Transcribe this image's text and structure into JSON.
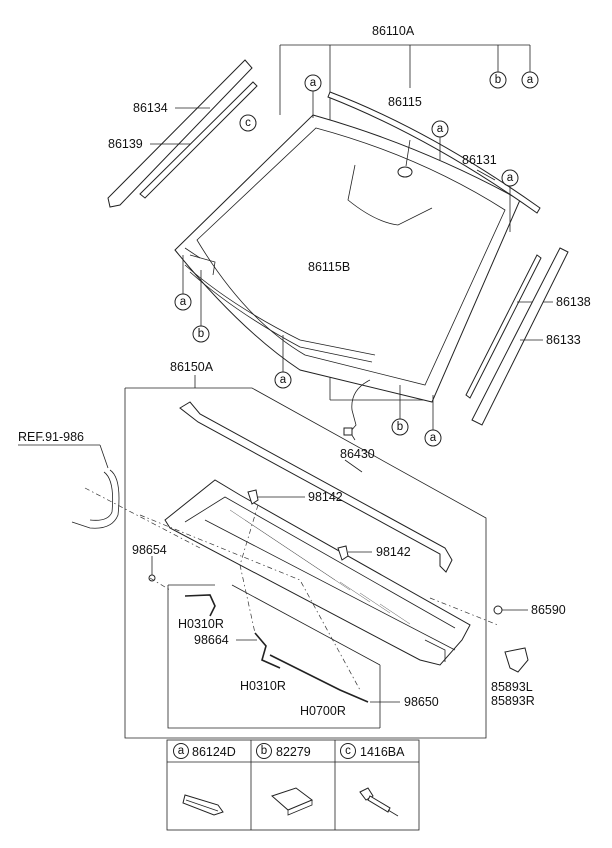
{
  "labels": {
    "p86110A": "86110A",
    "p86115": "86115",
    "p86134": "86134",
    "p86139": "86139",
    "p86131": "86131",
    "p86115B": "86115B",
    "p86138": "86138",
    "p86133": "86133",
    "p86150A": "86150A",
    "ref": "REF.91-986",
    "p86430": "86430",
    "p98142_top": "98142",
    "p98142_mid": "98142",
    "p98654": "98654",
    "p86590": "86590",
    "pH0310R_a": "H0310R",
    "p98664": "98664",
    "pH0310R_b": "H0310R",
    "pH0700R": "H0700R",
    "p98650": "98650",
    "p85893L": "85893L",
    "p85893R": "85893R"
  },
  "callouts": {
    "a": "a",
    "b": "b",
    "c": "c"
  },
  "legend": [
    {
      "letter": "a",
      "part": "86124D",
      "icon": "clip-pad-icon"
    },
    {
      "letter": "b",
      "part": "82279",
      "icon": "square-pad-icon"
    },
    {
      "letter": "c",
      "part": "1416BA",
      "icon": "rivet-icon"
    }
  ]
}
